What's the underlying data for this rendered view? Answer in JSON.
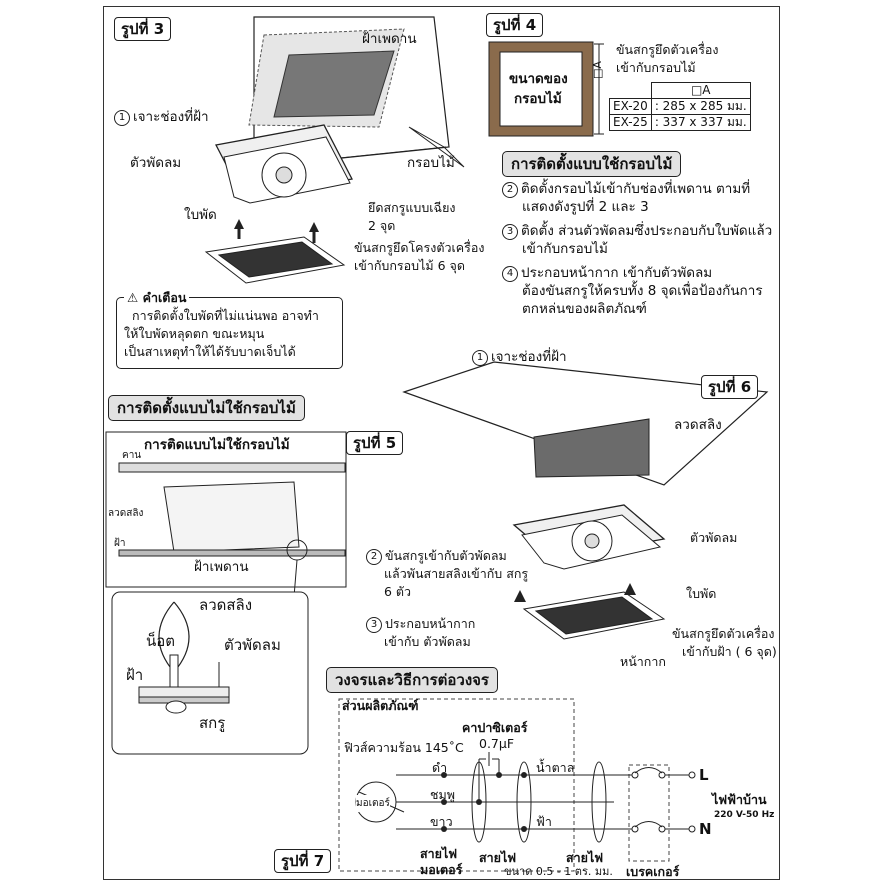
{
  "fig3": {
    "label": "รูปที่ 3",
    "ceiling": "ฝ้าเพดาน",
    "step1": "เจาะช่องที่ฝ้า",
    "frame": "กรอบไม้",
    "fan_body": "ตัวพัดลม",
    "blade": "ใบพัด",
    "screw_angle": "ยึดสกรูแบบเฉียง",
    "screw_count": "2 จุด",
    "screw_frame_1": "ขันสกรูยึดโครงตัวเครื่อง",
    "screw_frame_2": "เข้ากับกรอบไม้ 6 จุด"
  },
  "warning": {
    "title": "คำเตือน",
    "line1": "การติดตั้งใบพัดที่ไม่แน่นพอ อาจทำ",
    "line2": "ให้ใบพัดหลุดตก ขณะหมุน",
    "line3": "เป็นสาเหตุทำให้ได้รับบาดเจ็บได้"
  },
  "fig4": {
    "label": "รูปที่ 4",
    "frame_text_1": "ขนาดของ",
    "frame_text_2": "กรอบไม้",
    "dim_label": "□A",
    "note_1": "ขันสกรูยึดตัวเครื่อง",
    "note_2": "เข้ากับกรอบไม้",
    "table_header": "□A",
    "rows": [
      {
        "model": "EX-20",
        "size": ": 285 x 285 มม."
      },
      {
        "model": "EX-25",
        "size": ": 337 x 337 มม."
      }
    ]
  },
  "frame_install": {
    "title": "การติดตั้งแบบใช้กรอบไม้",
    "s2_1": "ติดตั้งกรอบไม้เข้ากับช่องที่เพดาน ตามที่",
    "s2_2": "แสดงดังรูปที่ 2 และ 3",
    "s3_1": "ติดตั้ง ส่วนตัวพัดลมซึ่งประกอบกับใบพัดแล้ว",
    "s3_2": "เข้ากับกรอบไม้",
    "s4_1": "ประกอบหน้ากาก เข้ากับตัวพัดลม",
    "s4_2": "ต้องขันสกรูให้ครบทั้ง 8 จุดเพื่อป้องกันการ",
    "s4_3": "ตกหล่นของผลิตภัณฑ์"
  },
  "noframe": {
    "title": "การติดตั้งแบบไม่ใช้กรอบไม้",
    "box_title": "การติดแบบไม่ใช้กรอบไม้",
    "beam": "คาน",
    "sling": "ลวดสลิง",
    "ceiling_short": "ฝ้า",
    "ceiling": "ฝ้าเพดาน",
    "detail_sling": "ลวดสลิง",
    "nut": "น็อต",
    "fan": "ตัวพัดลม",
    "ceiling_d": "ฝ้า",
    "screw": "สกรู"
  },
  "fig5": {
    "label": "รูปที่ 5",
    "step2_1": "ขันสกรูเข้ากับตัวพัดลม",
    "step2_2": "แล้วพันสายสลิงเข้ากับ สกรู",
    "step2_3": "6 ตัว",
    "step3_1": "ประกอบหน้ากาก",
    "step3_2": "เข้ากับ ตัวพัดลม"
  },
  "fig6": {
    "label": "รูปที่ 6",
    "step1": "เจาะช่องที่ฝ้า",
    "sling": "ลวดสลิง",
    "fan": "ตัวพัดลม",
    "blade": "ใบพัด",
    "screw_1": "ขันสกรูยึดตัวเครื่อง",
    "screw_2": "เข้ากับฝ้า ( 6 จุด)",
    "grille": "หน้ากาก"
  },
  "wiring": {
    "title": "วงจรและวิธีการต่อวงจร",
    "product_part": "ส่วนผลิตภัณฑ์",
    "capacitor": "คาปาซิเตอร์",
    "cap_value": "0.7µF",
    "fuse": "ฟิวส์ความร้อน 145˚C",
    "motor": "มอเตอร์",
    "black": "ดำ",
    "pink": "ชมพู",
    "white": "ขาว",
    "brown": "น้ำตาล",
    "blue": "ฟ้า",
    "motor_wire_1": "สายไฟ",
    "motor_wire_2": "มอเตอร์",
    "wire": "สายไฟ",
    "size_note": "ขนาด 0.5 - 1 ตร. มม.",
    "breaker": "เบรคเกอร์",
    "L": "L",
    "N": "N",
    "mains": "ไฟฟ้าบ้าน",
    "mains_spec": "220 V-50 Hz",
    "fig_label": "รูปที่ 7"
  }
}
